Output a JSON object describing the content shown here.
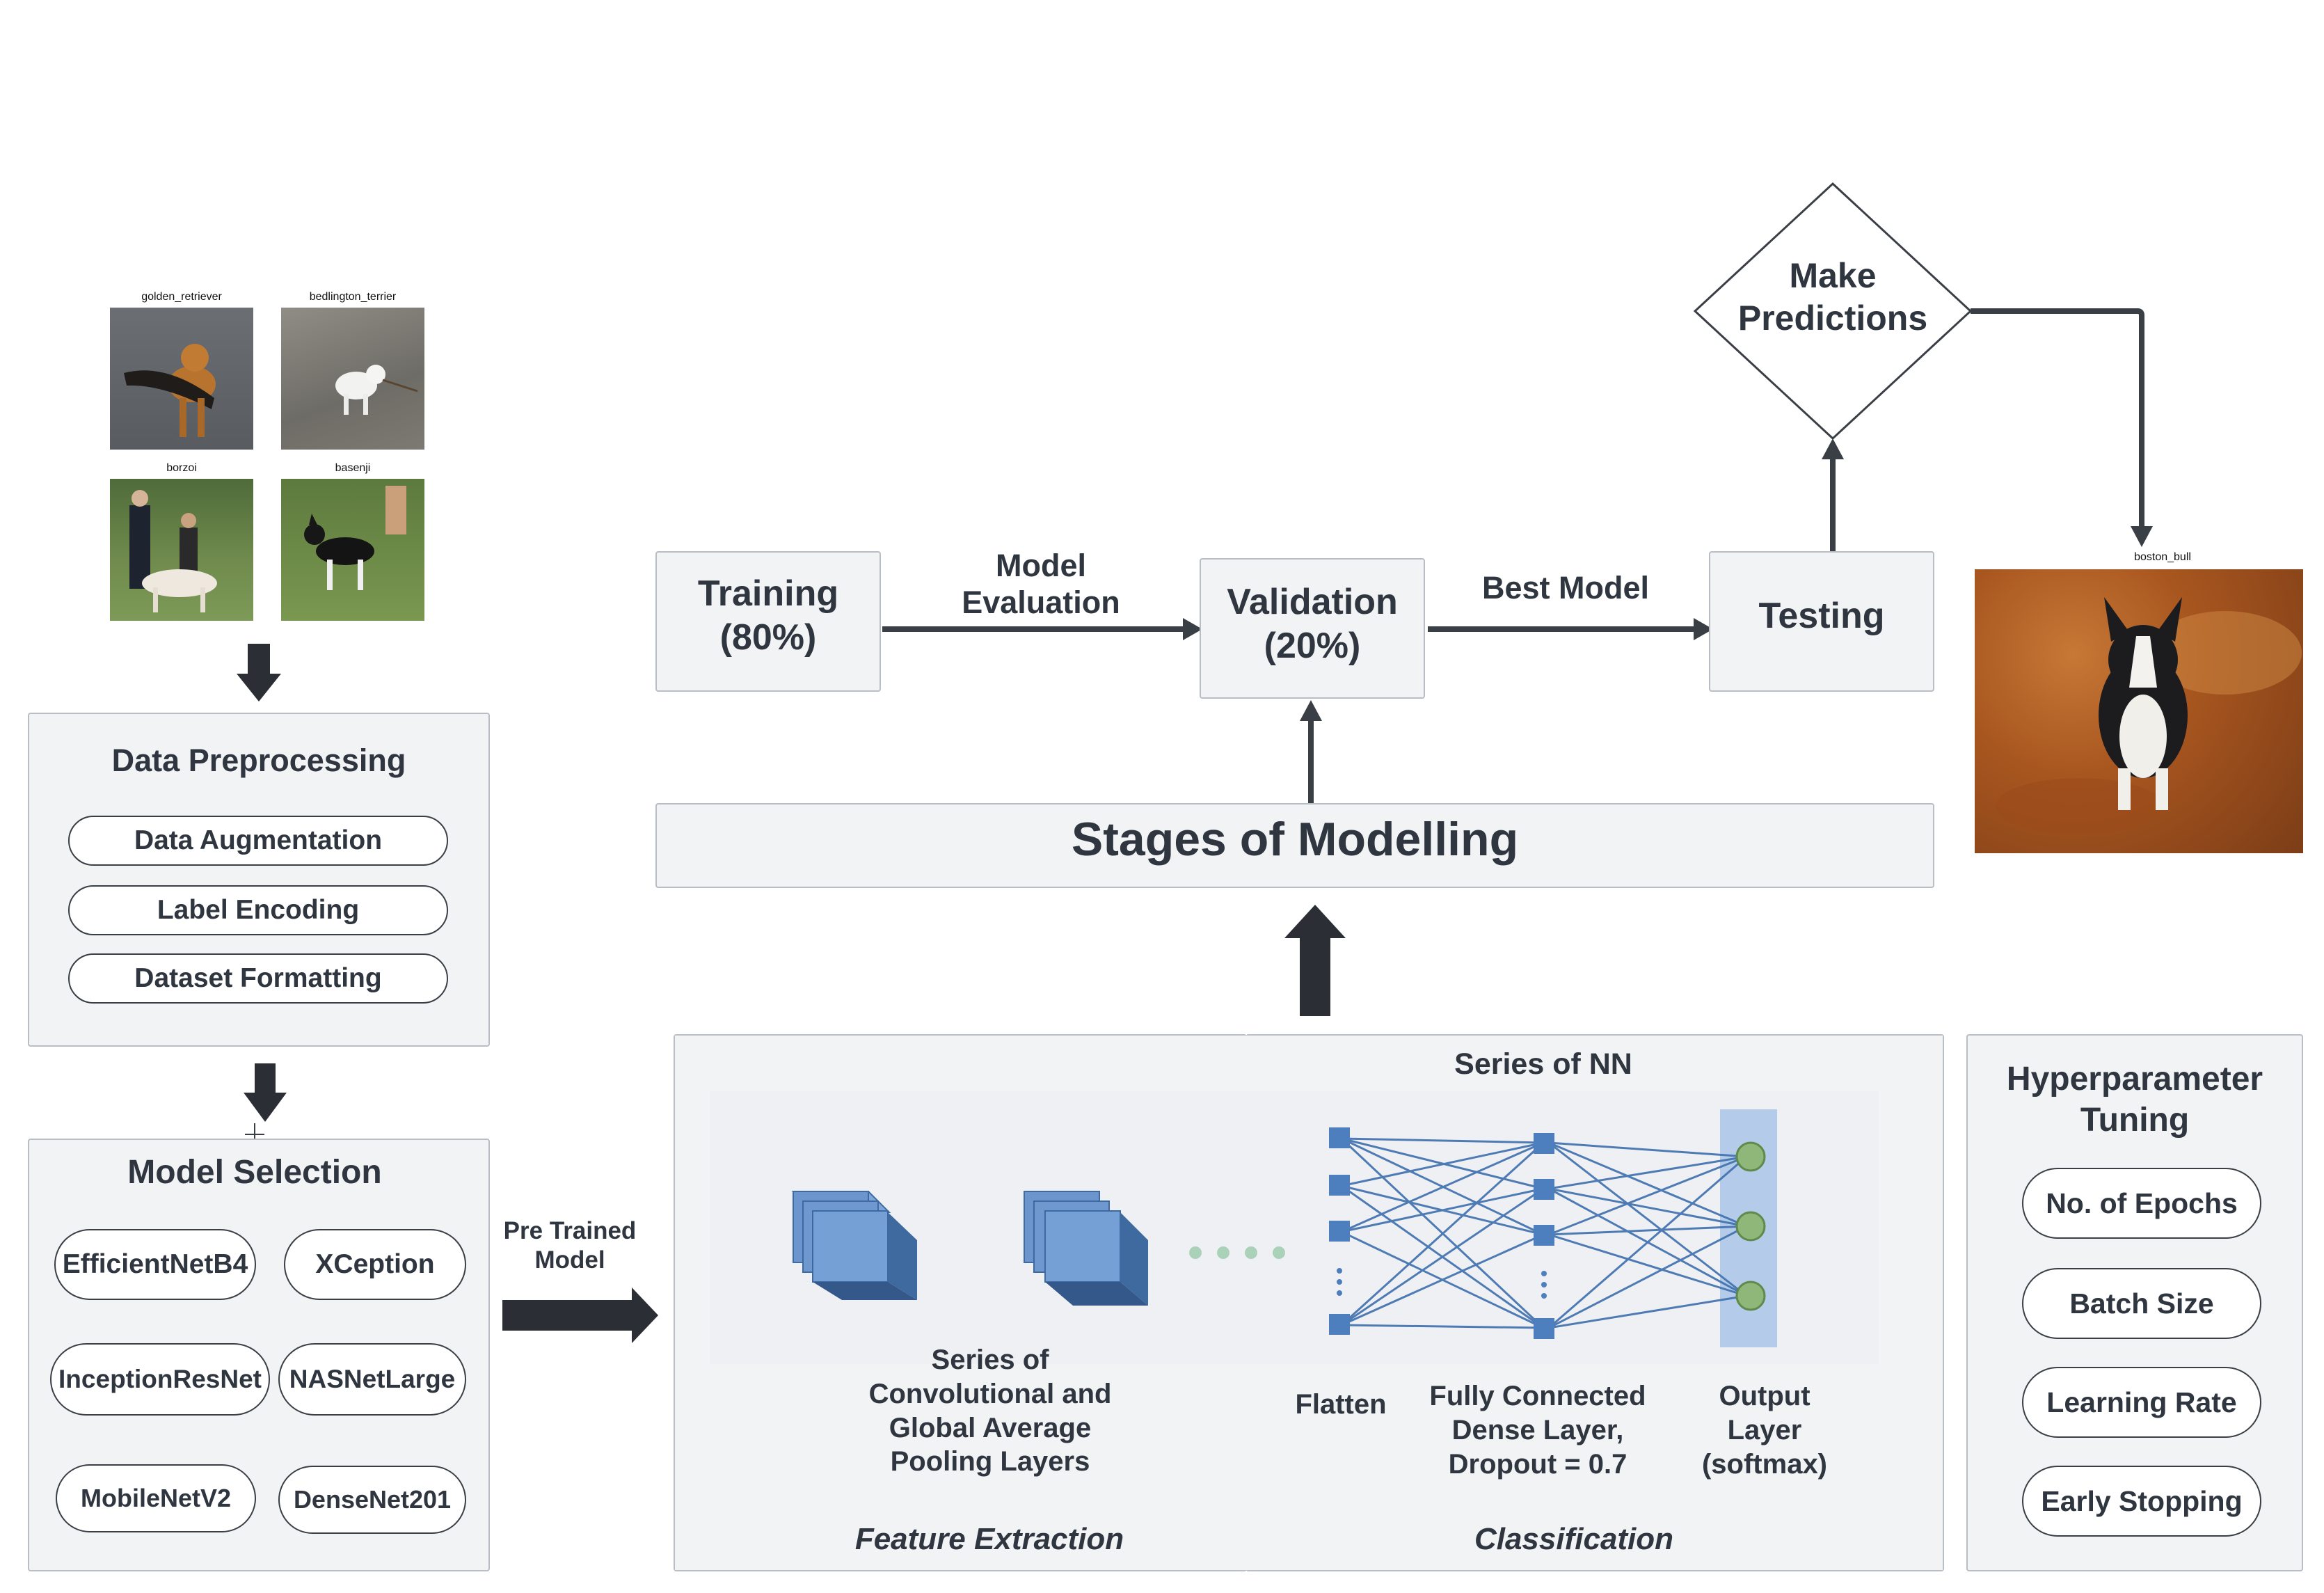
{
  "photos": {
    "top_left_caption": "golden_retriever",
    "top_right_caption": "bedlington_terrier",
    "bottom_left_caption": "borzoi",
    "bottom_right_caption": "basenji",
    "prediction_caption": "boston_bull"
  },
  "preprocessing": {
    "title": "Data Preprocessing",
    "items": [
      "Data Augmentation",
      "Label Encoding",
      "Dataset Formatting"
    ]
  },
  "model_selection": {
    "title": "Model Selection",
    "models": [
      "EfficientNetB4",
      "XCeption",
      "InceptionResNet",
      "NASNetLarge",
      "MobileNetV2",
      "DenseNet201"
    ]
  },
  "pretrained_label": "Pre Trained Model",
  "stages": {
    "training": "Training (80%)",
    "evaluation_label": "Model Evaluation",
    "validation": "Validation (20%)",
    "best_model_label": "Best Model",
    "testing": "Testing",
    "predictions": "Make Predictions",
    "banner": "Stages of Modelling"
  },
  "nn": {
    "title": "Series of NN",
    "conv_label": "Series of Convolutional and Global Average Pooling Layers",
    "flatten_label": "Flatten",
    "dense_label": "Fully Connected Dense Layer, Dropout = 0.7",
    "output_label": "Output Layer (softmax)",
    "feature_extraction": "Feature Extraction",
    "classification": "Classification"
  },
  "hyperparameters": {
    "title": "Hyperparameter Tuning",
    "items": [
      "No. of Epochs",
      "Batch Size",
      "Learning Rate",
      "Early Stopping"
    ]
  }
}
